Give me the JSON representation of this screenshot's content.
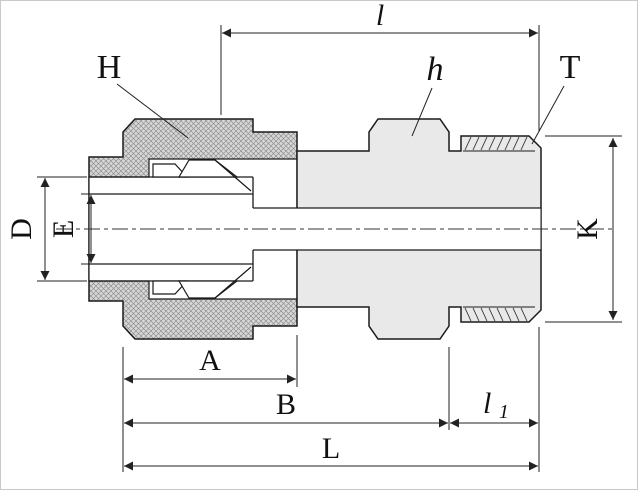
{
  "diagram": {
    "type": "technical-drawing",
    "subject": "Compression tube fitting male connector - dimensioned cross-section",
    "background": "#ffffff",
    "colors": {
      "outline": "#1a1a1a",
      "dimension": "#222222",
      "body_fill": "#e9e9e9",
      "nut_fill": "#d8d8d8",
      "hatch_line": "#909090",
      "bore_fill": "#ffffff"
    },
    "labels": {
      "H": "H",
      "h": "h",
      "T": "T",
      "D": "D",
      "E": "E",
      "K": "K",
      "A": "A",
      "B": "B",
      "L": "L",
      "l": "l",
      "l1_base": "l",
      "l1_sub": "1"
    }
  }
}
